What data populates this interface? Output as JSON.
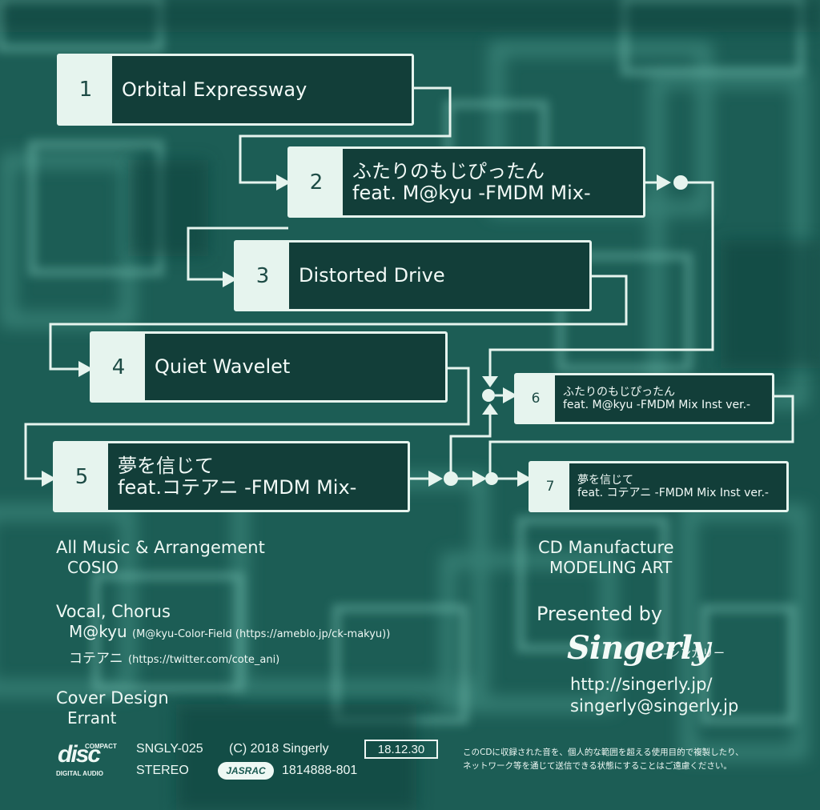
{
  "colors": {
    "background": "#1b5a52",
    "box_light": "#e6f4ee",
    "box_dark": "#123e39",
    "text": "#eef8f4"
  },
  "tracks": [
    {
      "num": "1",
      "title_lines": [
        "Orbital Expressway"
      ]
    },
    {
      "num": "2",
      "title_lines": [
        "ふたりのもじぴったん",
        "feat. M@kyu -FMDM Mix-"
      ]
    },
    {
      "num": "3",
      "title_lines": [
        "Distorted Drive"
      ]
    },
    {
      "num": "4",
      "title_lines": [
        "Quiet Wavelet"
      ]
    },
    {
      "num": "5",
      "title_lines": [
        "夢を信じて",
        "feat.コテアニ -FMDM Mix-"
      ]
    },
    {
      "num": "6",
      "title_lines": [
        "ふたりのもじぴったん",
        "feat. M@kyu -FMDM Mix Inst ver.-"
      ]
    },
    {
      "num": "7",
      "title_lines": [
        "夢を信じて",
        "feat. コテアニ -FMDM Mix Inst ver.-"
      ]
    }
  ],
  "credits": {
    "music_heading": "All Music & Arrangement",
    "music_value": "COSIO",
    "vocal_heading": "Vocal, Chorus",
    "vocal1_name": "M@kyu",
    "vocal1_note": "(M@kyu-Color-Field (https://ameblo.jp/ck-makyu))",
    "vocal2_name": "コテアニ",
    "vocal2_note": "(https://twitter.com/cote_ani)",
    "cover_heading": "Cover Design",
    "cover_value": "Errant",
    "manufacture_heading": "CD Manufacture",
    "manufacture_value": "MODELING ART",
    "presented_heading": "Presented by",
    "logo_text": "Singerly",
    "logo_sub": "–シンガリー",
    "url": "http://singerly.jp/",
    "email": "singerly@singerly.jp"
  },
  "footer": {
    "catalog": "SNGLY-025",
    "copyright": "(C) 2018 Singerly",
    "date": "18.12.30",
    "stereo": "STEREO",
    "jasrac_code": "1814888-801",
    "disc_logo_top": "COMPACT",
    "disc_logo_main": "disc",
    "disc_logo_bottom": "DIGITAL AUDIO",
    "jasrac_logo": "JASRAC",
    "notice_lines": [
      "このCDに収録された音を、個人的な範囲を超える使用目的で複製したり、",
      "ネットワーク等を通じて送信できる状態にすることはご遠慮ください。"
    ]
  }
}
